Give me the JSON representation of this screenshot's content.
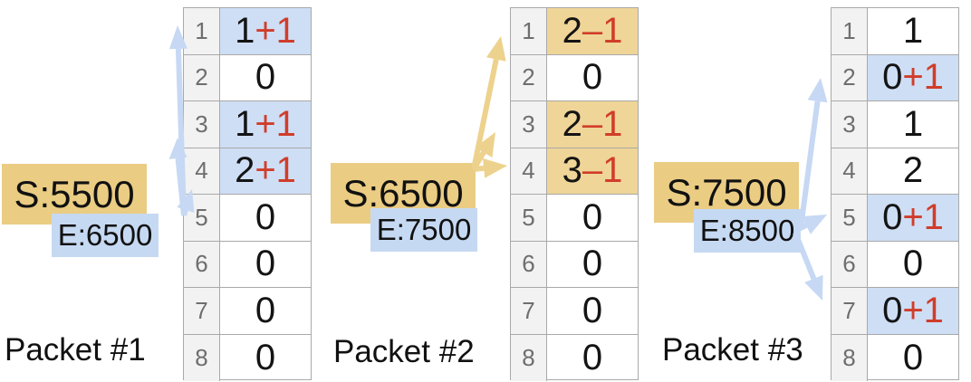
{
  "packets": [
    {
      "name": "Packet #1",
      "s_label": "S:5500",
      "e_label": "E:6500",
      "arrow_color": "blue",
      "arrow_targets_rows": [
        1,
        3,
        4
      ],
      "rows": [
        {
          "num": "1",
          "value": "1",
          "delta": "+1",
          "highlight": "blue"
        },
        {
          "num": "2",
          "value": "0",
          "delta": "",
          "highlight": "none"
        },
        {
          "num": "3",
          "value": "1",
          "delta": "+1",
          "highlight": "blue"
        },
        {
          "num": "4",
          "value": "2",
          "delta": "+1",
          "highlight": "blue"
        },
        {
          "num": "5",
          "value": "0",
          "delta": "",
          "highlight": "none"
        },
        {
          "num": "6",
          "value": "0",
          "delta": "",
          "highlight": "none"
        },
        {
          "num": "7",
          "value": "0",
          "delta": "",
          "highlight": "none"
        },
        {
          "num": "8",
          "value": "0",
          "delta": "",
          "highlight": "none"
        }
      ]
    },
    {
      "name": "Packet #2",
      "s_label": "S:6500",
      "e_label": "E:7500",
      "arrow_color": "tan",
      "arrow_targets_rows": [
        1,
        3,
        4
      ],
      "rows": [
        {
          "num": "1",
          "value": "2",
          "delta": "–1",
          "highlight": "tan"
        },
        {
          "num": "2",
          "value": "0",
          "delta": "",
          "highlight": "none"
        },
        {
          "num": "3",
          "value": "2",
          "delta": "–1",
          "highlight": "tan"
        },
        {
          "num": "4",
          "value": "3",
          "delta": "–1",
          "highlight": "tan"
        },
        {
          "num": "5",
          "value": "0",
          "delta": "",
          "highlight": "none"
        },
        {
          "num": "6",
          "value": "0",
          "delta": "",
          "highlight": "none"
        },
        {
          "num": "7",
          "value": "0",
          "delta": "",
          "highlight": "none"
        },
        {
          "num": "8",
          "value": "0",
          "delta": "",
          "highlight": "none"
        }
      ]
    },
    {
      "name": "Packet #3",
      "s_label": "S:7500",
      "e_label": "E:8500",
      "arrow_color": "blue",
      "arrow_targets_rows": [
        2,
        5,
        7
      ],
      "rows": [
        {
          "num": "1",
          "value": "1",
          "delta": "",
          "highlight": "none"
        },
        {
          "num": "2",
          "value": "0",
          "delta": "+1",
          "highlight": "blue"
        },
        {
          "num": "3",
          "value": "1",
          "delta": "",
          "highlight": "none"
        },
        {
          "num": "4",
          "value": "2",
          "delta": "",
          "highlight": "none"
        },
        {
          "num": "5",
          "value": "0",
          "delta": "+1",
          "highlight": "blue"
        },
        {
          "num": "6",
          "value": "0",
          "delta": "",
          "highlight": "none"
        },
        {
          "num": "7",
          "value": "0",
          "delta": "+1",
          "highlight": "blue"
        },
        {
          "num": "8",
          "value": "0",
          "delta": "",
          "highlight": "none"
        }
      ]
    }
  ],
  "colors": {
    "label_tan": "#eacc83",
    "label_blue": "#c6d9f2",
    "cell_tan": "#efd597",
    "cell_blue": "#cedef5",
    "arrow_blue": "#c6d8f3",
    "arrow_tan": "#edd28d",
    "red_delta": "#d03d2a",
    "border_gray": "#a9a9a9",
    "num_col_bg": "#f2f2f2",
    "num_text": "#6e6e6e",
    "value_text": "#141414"
  }
}
